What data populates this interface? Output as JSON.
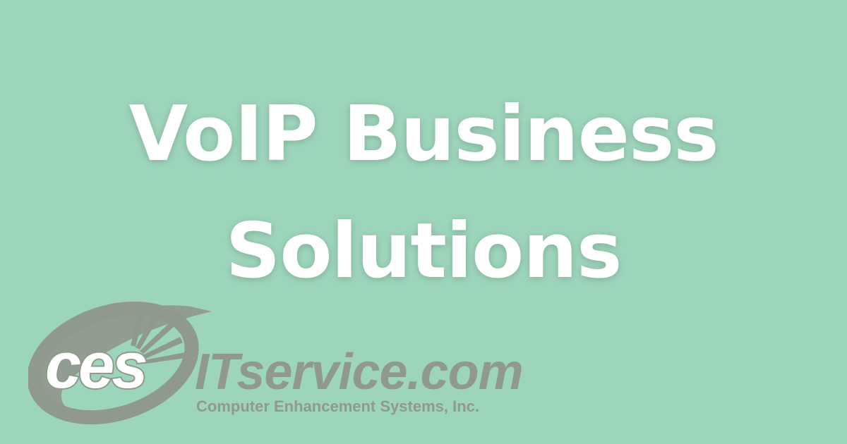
{
  "colors": {
    "background": "#9dd5bb",
    "title_text": "#ffffff",
    "logo_gray": "#8f9a8d"
  },
  "headline": {
    "line1": "VoIP Business",
    "line2": "Solutions"
  },
  "logo": {
    "icon": "ces-swoosh-logo",
    "mark": "ces",
    "domain": "ITservice.com",
    "company": "Computer Enhancement Systems, Inc."
  }
}
